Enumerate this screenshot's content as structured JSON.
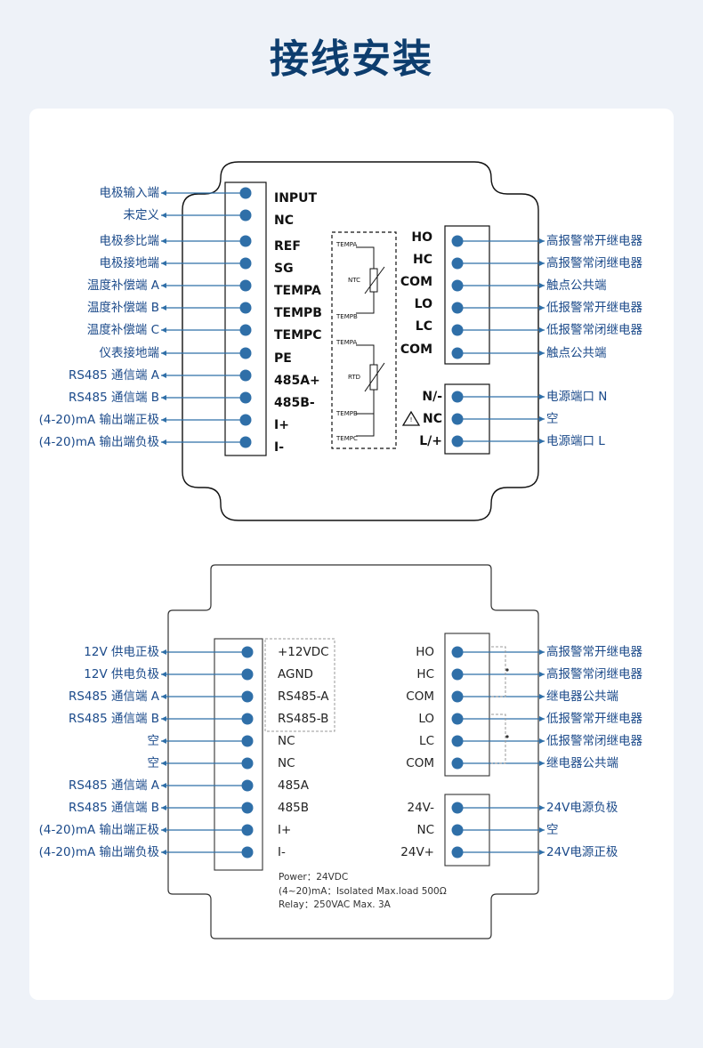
{
  "title": "接线安装",
  "colors": {
    "accent": "#2f6fa8",
    "title": "#0d3d6e",
    "label": "#1b4a8a"
  },
  "diagram1": {
    "left_terminals": [
      {
        "label": "电极输入端",
        "terminal": "INPUT"
      },
      {
        "label": "未定义",
        "terminal": "NC"
      },
      {
        "label": "电极参比端",
        "terminal": "REF"
      },
      {
        "label": "电极接地端",
        "terminal": "SG"
      },
      {
        "label": "温度补偿端 A",
        "terminal": "TEMPA"
      },
      {
        "label": "温度补偿端 B",
        "terminal": "TEMPB"
      },
      {
        "label": "温度补偿端 C",
        "terminal": "TEMPC"
      },
      {
        "label": "仪表接地端",
        "terminal": "PE"
      },
      {
        "label": "RS485 通信端 A",
        "terminal": "485A+"
      },
      {
        "label": "RS485 通信端 B",
        "terminal": "485B-"
      },
      {
        "label": "(4-20)mA 输出端正极",
        "terminal": "I+"
      },
      {
        "label": "(4-20)mA 输出端负极",
        "terminal": "I-"
      }
    ],
    "relay_terminals": [
      {
        "terminal": "HO",
        "label": "高报警常开继电器"
      },
      {
        "terminal": "HC",
        "label": "高报警常闭继电器"
      },
      {
        "terminal": "COM",
        "label": "触点公共端"
      },
      {
        "terminal": "LO",
        "label": "低报警常开继电器"
      },
      {
        "terminal": "LC",
        "label": "低报警常闭继电器"
      },
      {
        "terminal": "COM",
        "label": "触点公共端"
      }
    ],
    "power_terminals": [
      {
        "terminal": "N/-",
        "label": "电源端口 N"
      },
      {
        "terminal": "NC",
        "label": "空"
      },
      {
        "terminal": "L/+",
        "label": "电源端口 L"
      }
    ],
    "sensor": {
      "ntc_top": "TEMPA",
      "ntc_label": "NTC",
      "ntc_bottom": "TEMPB",
      "rtd_top": "TEMPA",
      "rtd_label": "RTD",
      "rtd_mid": "TEMPB",
      "rtd_bottom": "TEMPC"
    }
  },
  "diagram2": {
    "left_terminals": [
      {
        "label": "12V 供电正极",
        "terminal": "+12VDC"
      },
      {
        "label": "12V 供电负极",
        "terminal": "AGND"
      },
      {
        "label": "RS485 通信端 A",
        "terminal": "RS485-A"
      },
      {
        "label": "RS485 通信端 B",
        "terminal": "RS485-B"
      },
      {
        "label": "空",
        "terminal": "NC"
      },
      {
        "label": "空",
        "terminal": "NC"
      },
      {
        "label": "RS485 通信端 A",
        "terminal": "485A"
      },
      {
        "label": "RS485 通信端 B",
        "terminal": "485B"
      },
      {
        "label": "(4-20)mA 输出端正极",
        "terminal": "I+"
      },
      {
        "label": "(4-20)mA 输出端负极",
        "terminal": "I-"
      }
    ],
    "relay_terminals": [
      {
        "terminal": "HO",
        "label": "高报警常开继电器"
      },
      {
        "terminal": "HC",
        "label": "高报警常闭继电器"
      },
      {
        "terminal": "COM",
        "label": "继电器公共端"
      },
      {
        "terminal": "LO",
        "label": "低报警常开继电器"
      },
      {
        "terminal": "LC",
        "label": "低报警常闭继电器"
      },
      {
        "terminal": "COM",
        "label": "继电器公共端"
      }
    ],
    "power_terminals": [
      {
        "terminal": "24V-",
        "label": "24V电源负极"
      },
      {
        "terminal": "NC",
        "label": "空"
      },
      {
        "terminal": "24V+",
        "label": "24V电源正极"
      }
    ],
    "notes": [
      "Power：24VDC",
      "(4~20)mA：Isolated Max.load 500Ω",
      "Relay：250VAC Max. 3A"
    ]
  }
}
